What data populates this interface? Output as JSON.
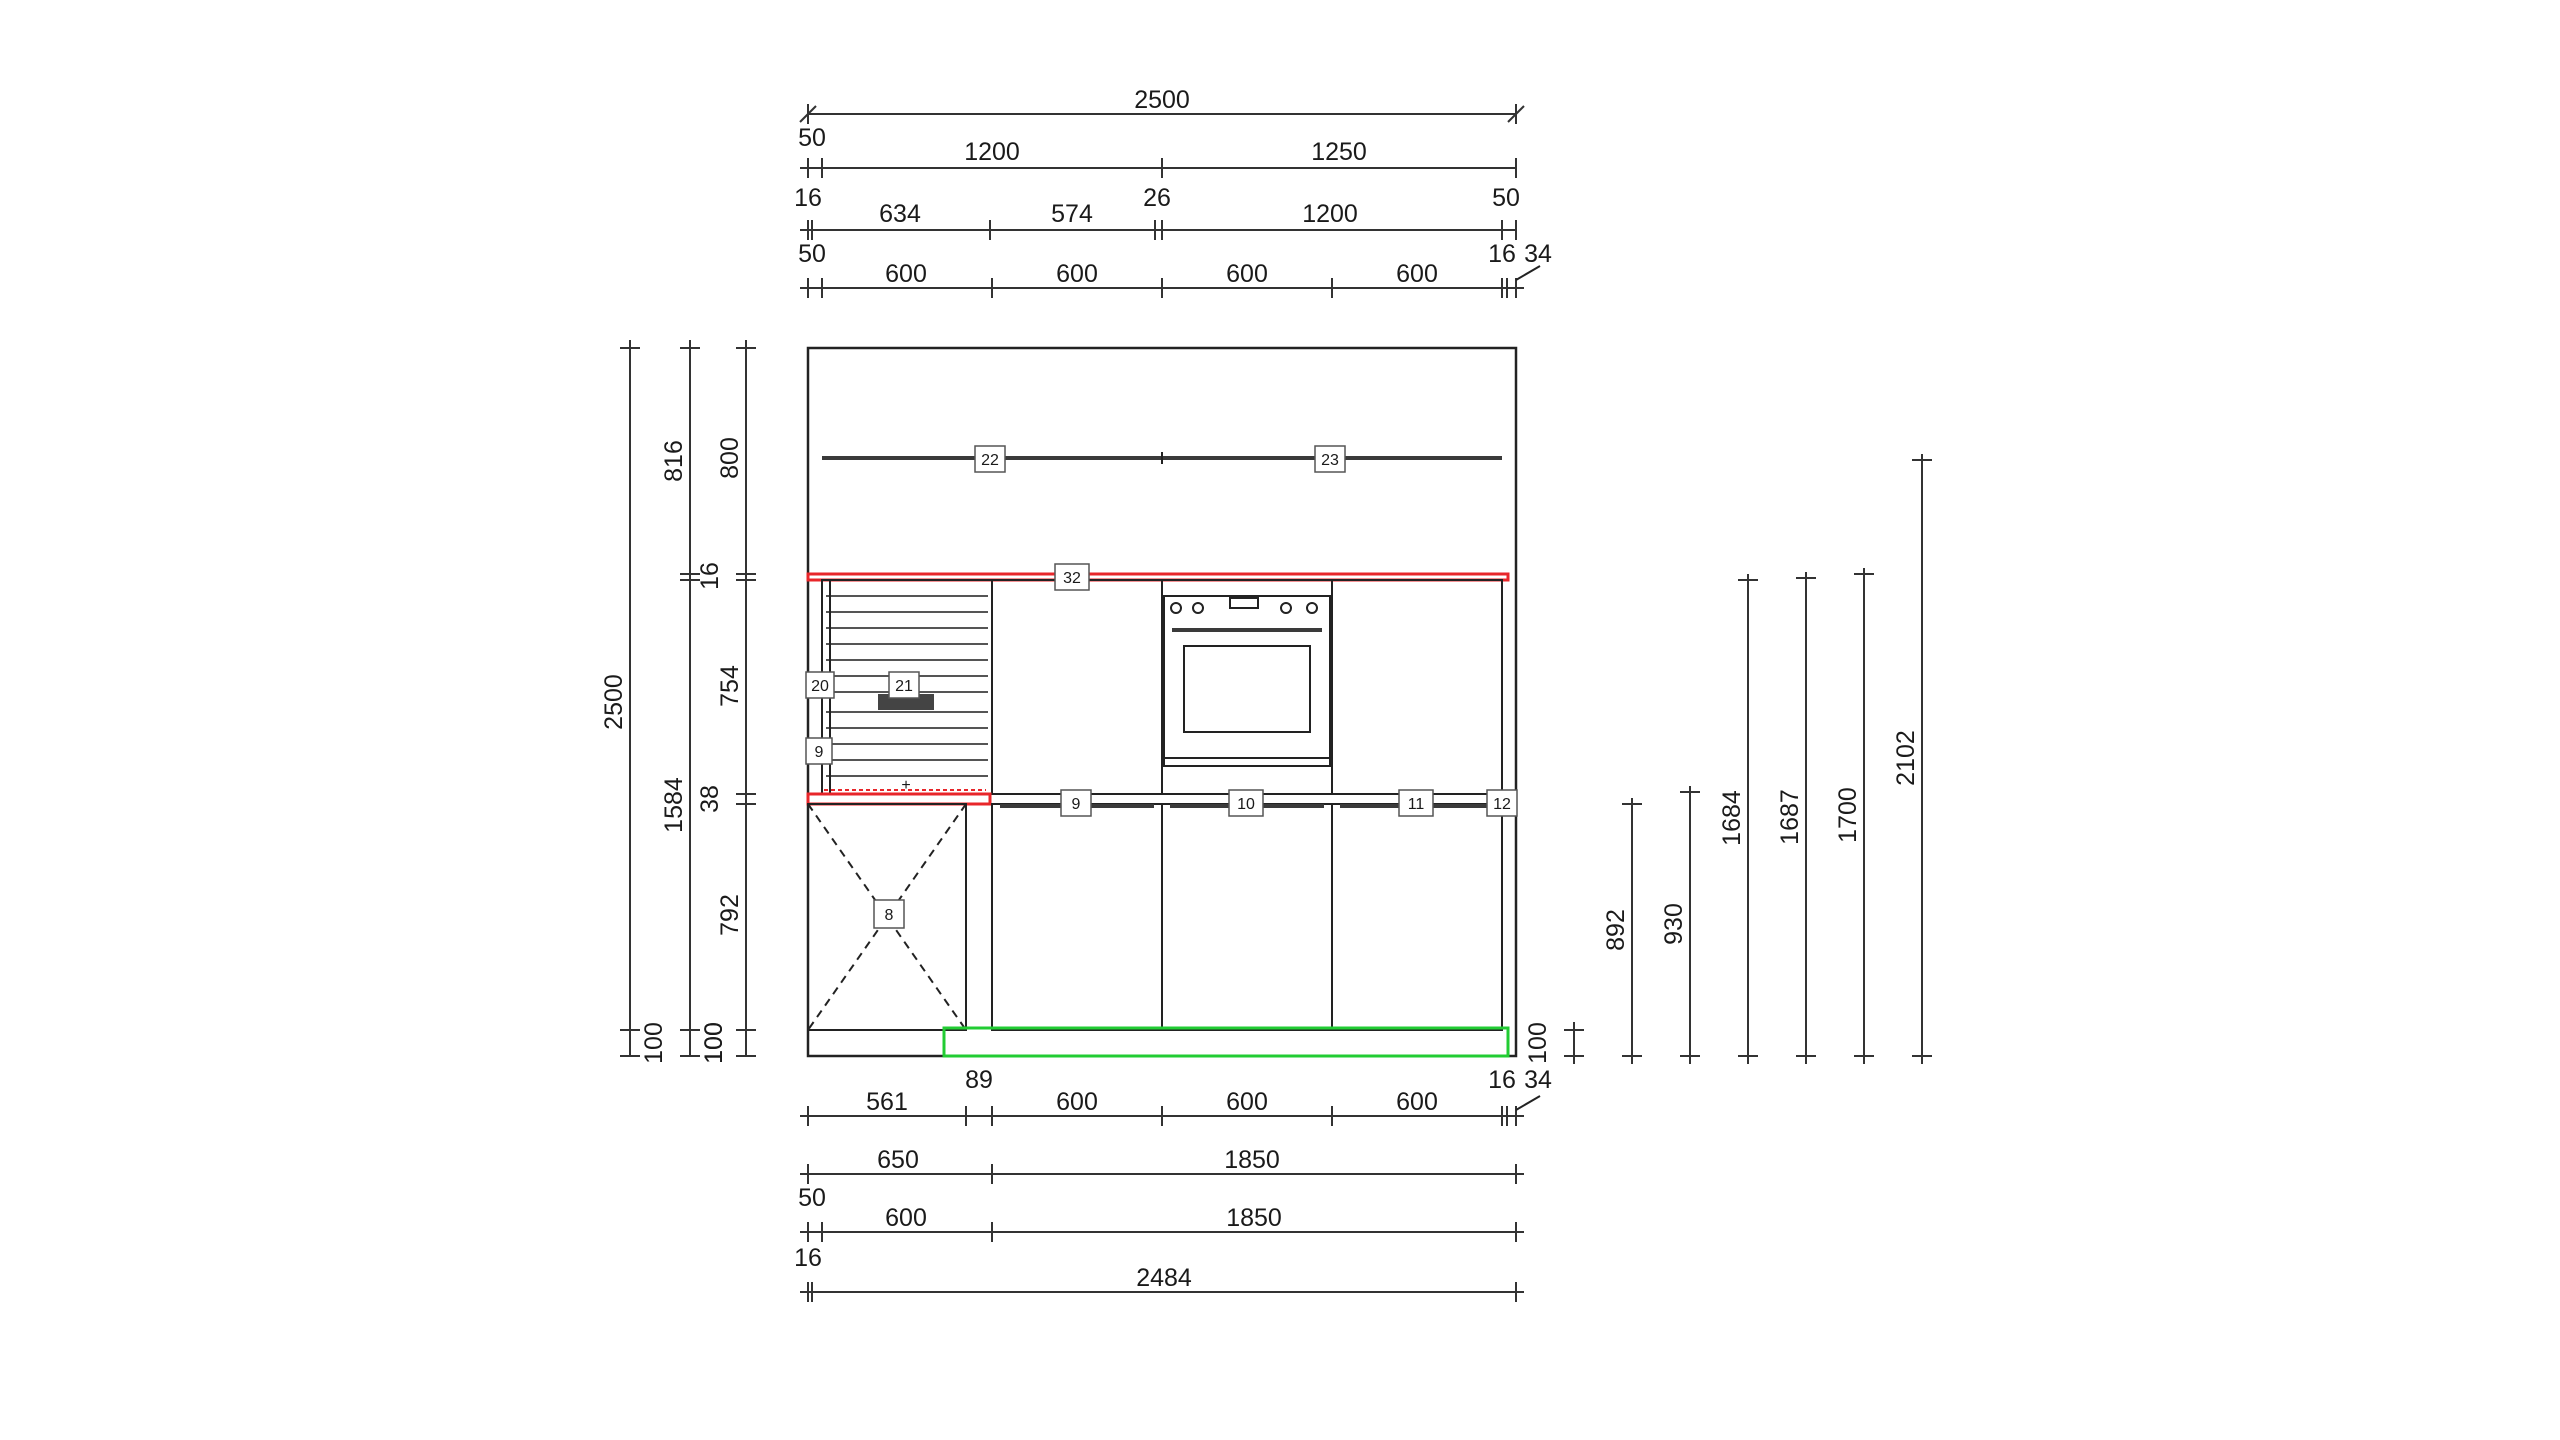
{
  "drawing": {
    "colors": {
      "countertop": "#e8262a",
      "plinth": "#22cc33",
      "line": "#222222",
      "background": "#ffffff"
    },
    "top_dimensions": {
      "row1": [
        "2500"
      ],
      "row2": [
        "50",
        "1200",
        "1250"
      ],
      "row3": [
        "16",
        "634",
        "574",
        "26",
        "1200",
        "50"
      ],
      "row4": [
        "50",
        "600",
        "600",
        "600",
        "600",
        "16",
        "34"
      ]
    },
    "bottom_dimensions": {
      "row1": [
        "561",
        "89",
        "600",
        "600",
        "600",
        "16",
        "34"
      ],
      "row2": [
        "650",
        "1850"
      ],
      "row3": [
        "50",
        "600",
        "1850"
      ],
      "row4": [
        "16",
        "2484"
      ]
    },
    "left_dimensions": {
      "col1": [
        "2500",
        "100"
      ],
      "col2": [
        "816",
        "16",
        "1584",
        "100"
      ],
      "col3": [
        "800",
        "754",
        "38",
        "792",
        "100"
      ]
    },
    "right_dimensions": {
      "plinth": "100",
      "heights": [
        "892",
        "930",
        "1684",
        "1687",
        "1700",
        "2102"
      ]
    },
    "tags": [
      "22",
      "23",
      "32",
      "20",
      "21",
      "9",
      "9",
      "10",
      "11",
      "12",
      "8"
    ]
  }
}
